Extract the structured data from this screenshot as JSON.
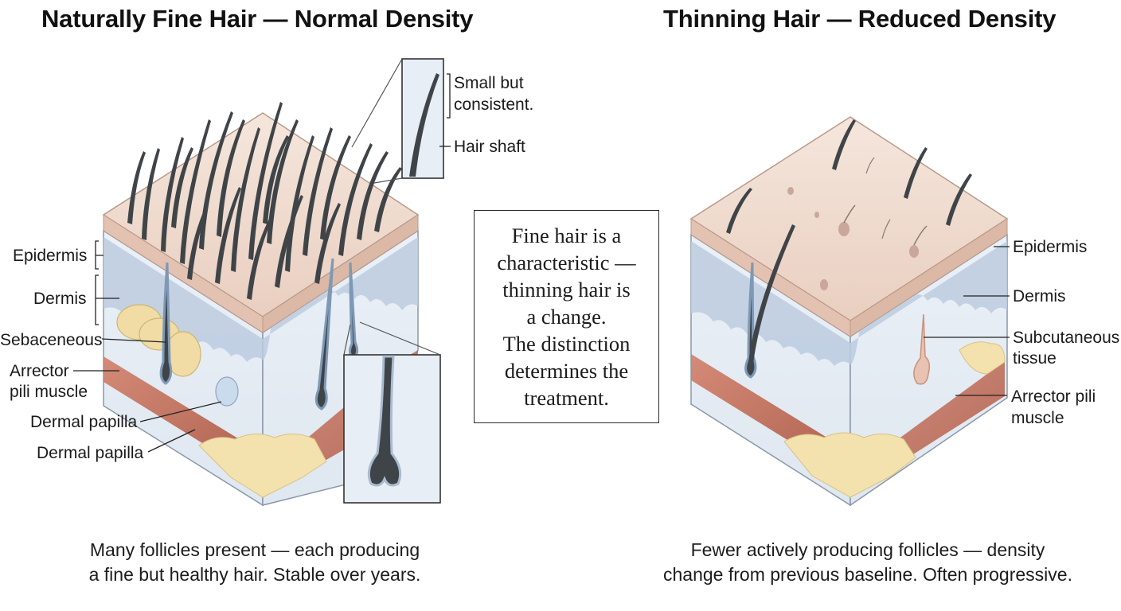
{
  "left_panel": {
    "title": "Naturally Fine Hair — Normal Density",
    "labels": {
      "epidermis": "Epidermis",
      "dermis": "Dermis",
      "sebaceous": "Sebaceneous",
      "arrector_line1": "Arrector",
      "arrector_line2": "pili muscle",
      "dermal_papilla_1": "Dermal papilla",
      "dermal_papilla_2": "Dermal papilla",
      "inset_line1": "Small but",
      "inset_line2": "consistent.",
      "hair_shaft": "Hair shaft"
    },
    "caption_line1": "Many follicles present — each producing",
    "caption_line2": "a fine but healthy hair. Stable over years."
  },
  "callout": {
    "lines": [
      "Fine hair is a",
      "characteristic —",
      "thinning hair is",
      "a change.",
      "The distinction",
      "determines the",
      "treatment."
    ]
  },
  "right_panel": {
    "title": "Thinning Hair — Reduced Density",
    "labels": {
      "epidermis": "Epidermis",
      "dermis": "Dermis",
      "subcutaneous_line1": "Subcutaneous",
      "subcutaneous_line2": "tissue",
      "arrector_line1": "Arrector pili",
      "arrector_line2": "muscle"
    },
    "caption_line1": "Fewer actively producing follicles — density",
    "caption_line2": "change from previous baseline. Often progressive."
  },
  "colors": {
    "skin_top": "#f1dcd0",
    "epidermis_band": "#bccbdf",
    "dermis": "#e6edf5",
    "fat": "#f3e2ae",
    "muscle": "#c56a52",
    "hair": "#3f4448"
  }
}
